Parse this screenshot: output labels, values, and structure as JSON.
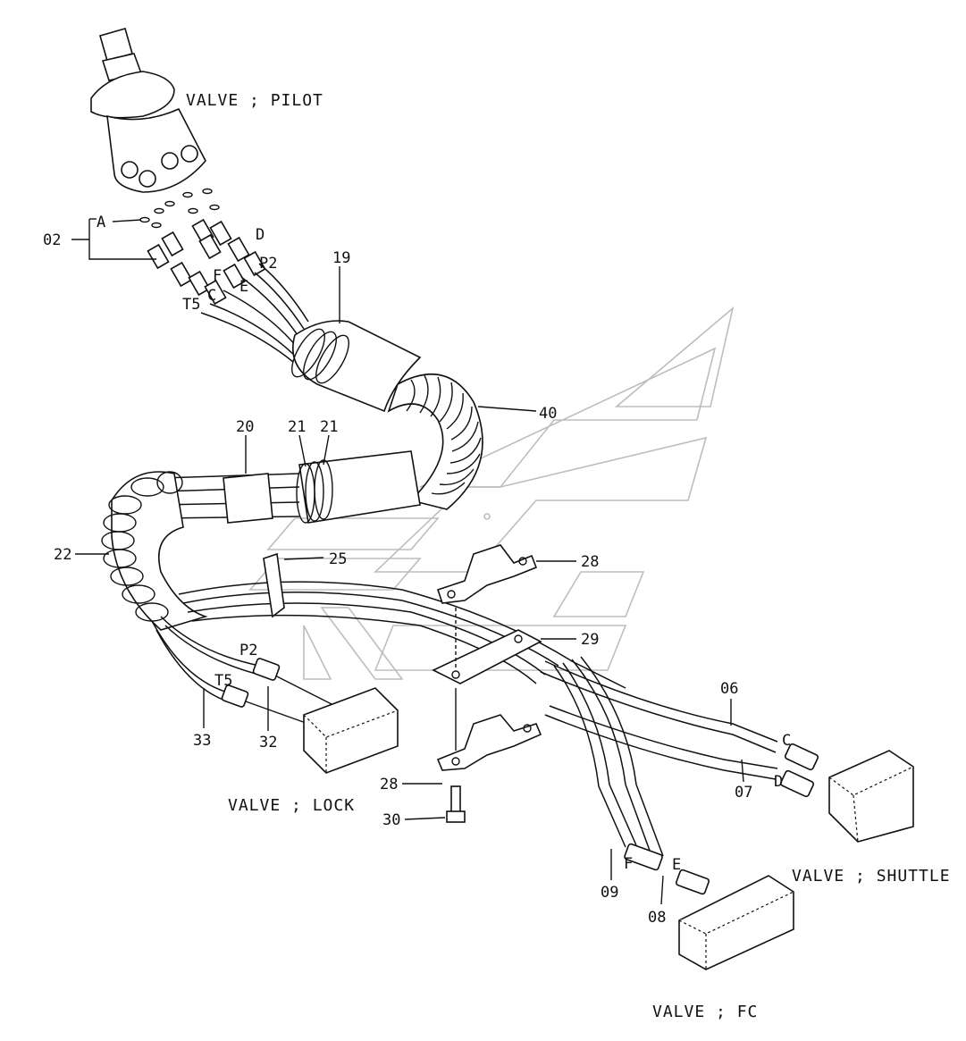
{
  "colors": {
    "line": "#111111",
    "watermark": "#bdbdbd",
    "background": "#ffffff"
  },
  "components": {
    "valve_pilot": "VALVE ; PILOT",
    "valve_lock": "VALVE ; LOCK",
    "valve_shuttle": "VALVE ; SHUTTLE",
    "valve_fc": "VALVE ; FC"
  },
  "part_numbers": {
    "p02": "02",
    "p19": "19",
    "p40": "40",
    "p20": "20",
    "p21a": "21",
    "p21b": "21",
    "p22": "22",
    "p25": "25",
    "p28a": "28",
    "p29": "29",
    "p28b": "28",
    "p30": "30",
    "p33": "33",
    "p32": "32",
    "p06": "06",
    "p07": "07",
    "p09": "09",
    "p08": "08"
  },
  "port_letters": {
    "a": "A",
    "d": "D",
    "p2_top": "P2",
    "f_top": "F",
    "e_top": "E",
    "c_top": "C",
    "t5_top": "T5",
    "p2_lock": "P2",
    "t5_lock": "T5",
    "c_shuttle": "C",
    "d_shuttle": "D",
    "f_fc": "F",
    "e_fc": "E"
  }
}
